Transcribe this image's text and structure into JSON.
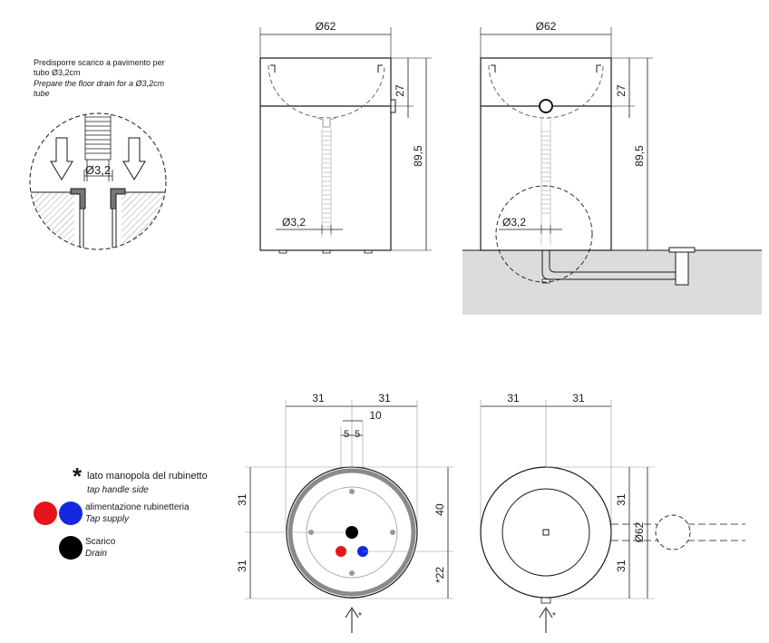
{
  "install_note": {
    "it_line1": "Predisporre scarico a pavimento per",
    "it_line2": "tubo Ø3,2cm",
    "en_line1": "Prepare the floor drain for a Ø3,2cm",
    "en_line2": "tube"
  },
  "detail_drain_dia": "Ø3,2",
  "front_view": {
    "width": "Ø62",
    "basin_height": "27",
    "total_height": "89,5",
    "drain_dia": "Ø3,2"
  },
  "side_view": {
    "width": "Ø62",
    "basin_height": "27",
    "total_height": "89,5",
    "drain_dia": "Ø3,2"
  },
  "plan_left": {
    "half_left": "31",
    "half_right": "31",
    "offset_10": "10",
    "offset_5a": "5",
    "offset_5b": "5",
    "half_top": "31",
    "half_bottom": "31",
    "dim_40": "40",
    "dim_22": "*22",
    "arrow_mark": "*"
  },
  "plan_right": {
    "half_left": "31",
    "half_right": "31",
    "half_top": "31",
    "half_bottom": "31",
    "dia": "Ø62",
    "arrow_mark": "*"
  },
  "legend": {
    "star": "*",
    "tap_side_it": "lato manopola del rubinetto",
    "tap_side_en": "tap handle side",
    "supply_it": "alimentazione rubinetteria",
    "supply_en": "Tap supply",
    "drain_it": "Scarico",
    "drain_en": "Drain"
  },
  "colors": {
    "hot": "#e8141c",
    "cold": "#1428e0",
    "drain": "#000000",
    "floor": "#dcdcdc",
    "line": "#1a1a1a"
  }
}
